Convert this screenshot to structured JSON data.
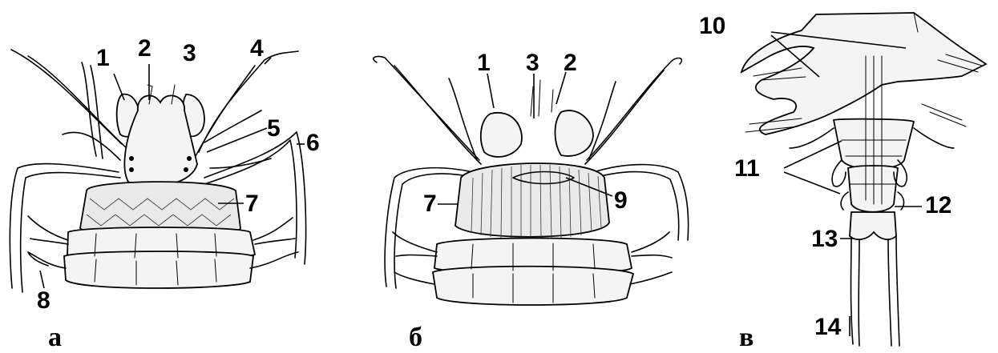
{
  "figure": {
    "panels": [
      {
        "id": "a",
        "letter": "а",
        "labels": [
          "1",
          "2",
          "3",
          "4",
          "5",
          "6",
          "7",
          "8"
        ]
      },
      {
        "id": "b",
        "letter": "б",
        "labels": [
          "1",
          "3",
          "2",
          "7",
          "9"
        ]
      },
      {
        "id": "v",
        "letter": "в",
        "labels": [
          "10",
          "11",
          "12",
          "13",
          "14"
        ]
      }
    ]
  }
}
